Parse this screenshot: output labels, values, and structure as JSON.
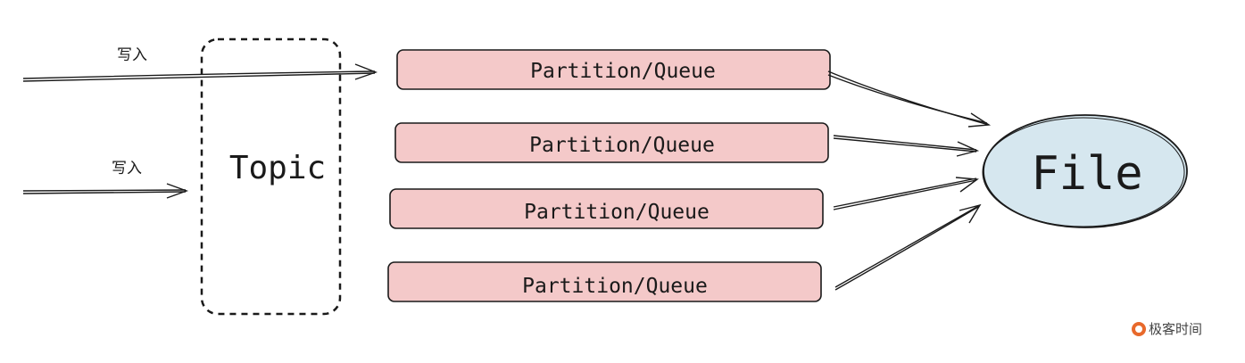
{
  "inputs": [
    {
      "label": "写入"
    },
    {
      "label": "写入"
    }
  ],
  "topic": {
    "label": "Topic"
  },
  "partitions": [
    {
      "label": "Partition/Queue"
    },
    {
      "label": "Partition/Queue"
    },
    {
      "label": "Partition/Queue"
    },
    {
      "label": "Partition/Queue"
    }
  ],
  "file": {
    "label": "File"
  },
  "brand": {
    "name": "极客时间",
    "icon": "geektime-logo-icon"
  },
  "colors": {
    "partition_fill": "#f4c9c9",
    "file_fill": "#d6e7ef",
    "stroke": "#1a1a1a"
  }
}
